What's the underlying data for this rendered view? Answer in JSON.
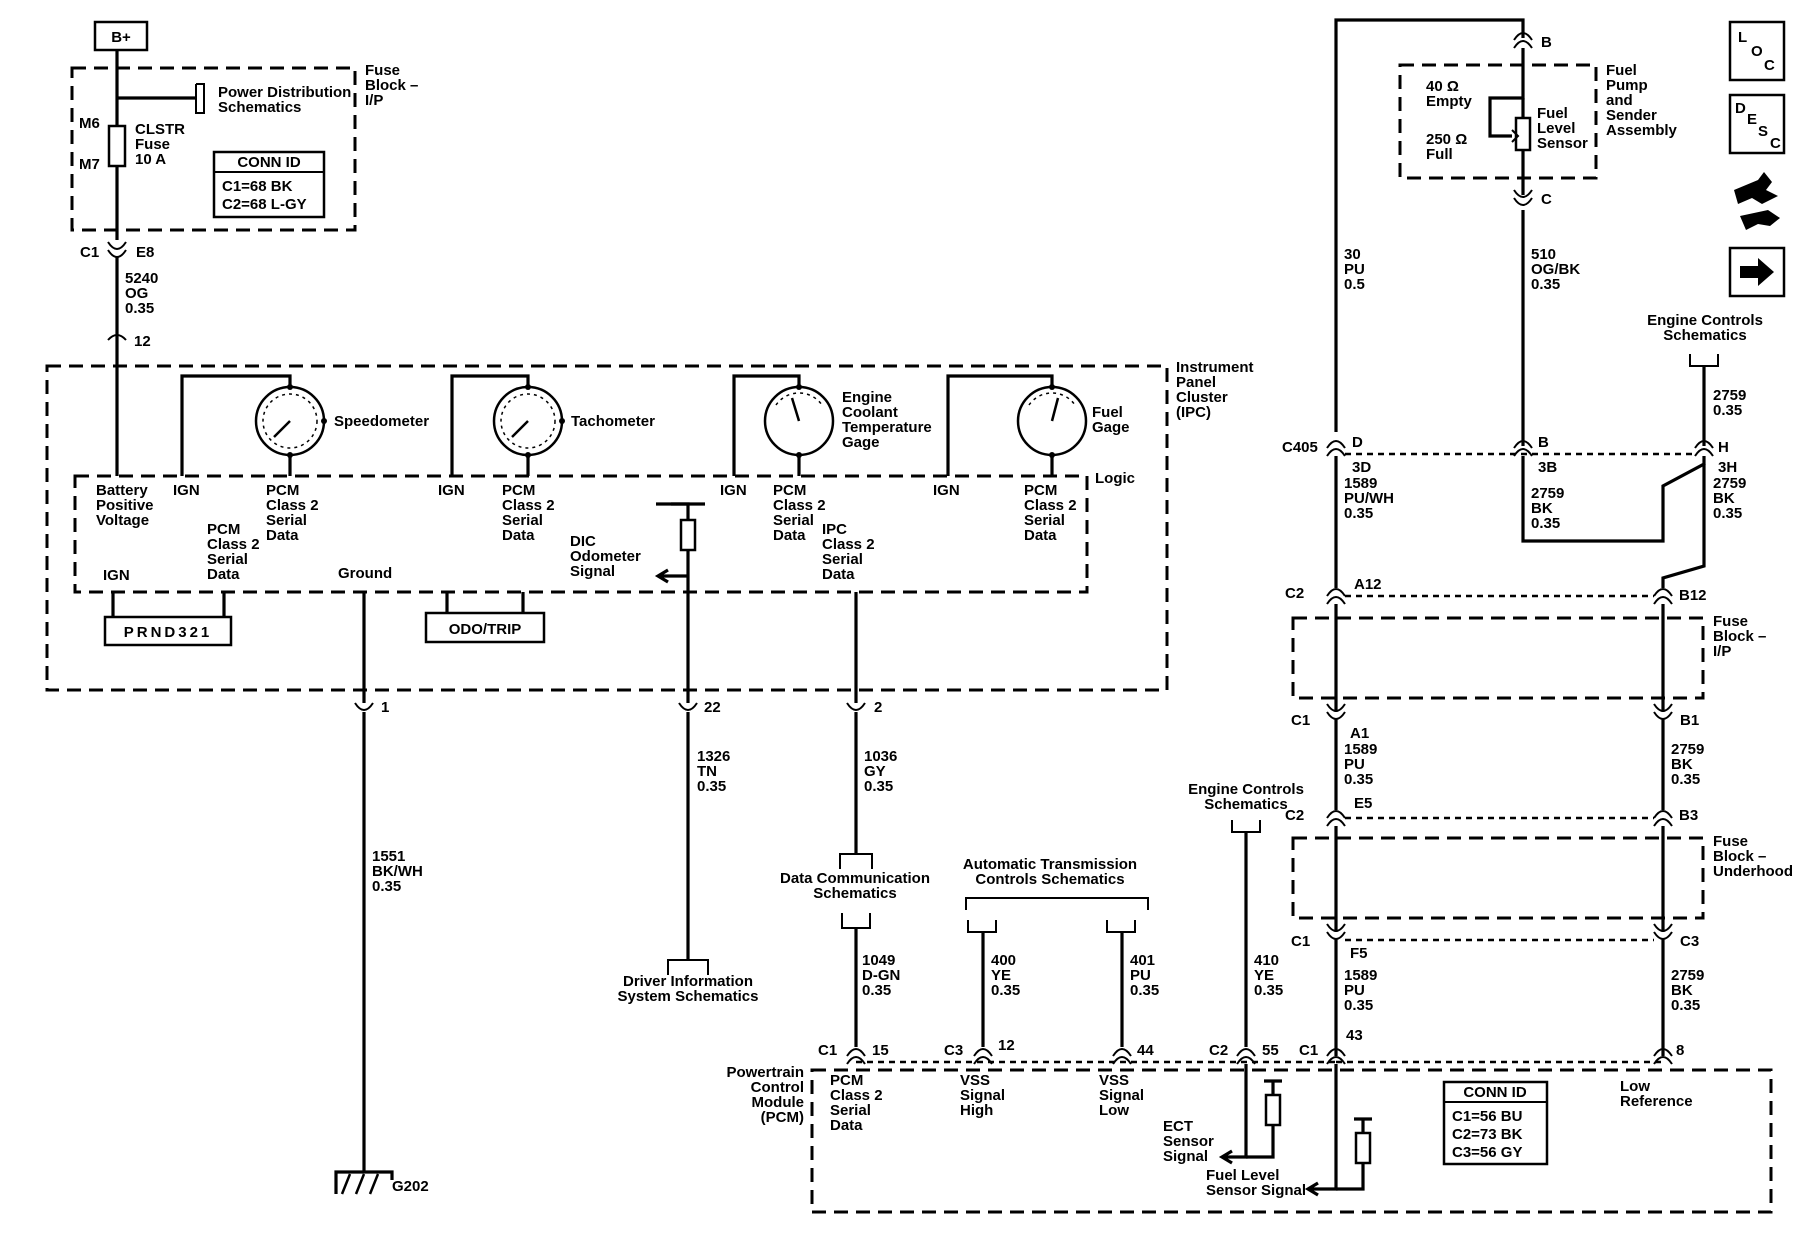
{
  "power": {
    "bplus": "B+"
  },
  "fuse_ip_top": {
    "title": "Fuse\nBlock –\nI/P",
    "power_dist": "Power Distribution\nSchematics",
    "pin_m6": "M6",
    "pin_m7": "M7",
    "fuse": "CLSTR\nFuse\n10 A",
    "conn_title": "CONN ID",
    "conn_rows": [
      "C1=68 BK",
      "C2=68 L-GY"
    ]
  },
  "wire_5240": {
    "conn": "C1",
    "pin": "E8",
    "label": "5240\nOG\n0.35",
    "ipc_pin": "12"
  },
  "ipc": {
    "title": "Instrument\nPanel\nCluster\n(IPC)",
    "logic": "Logic",
    "gauges": [
      "Speedometer",
      "Tachometer",
      "Engine\nCoolant\nTemperature\nGage",
      "Fuel\nGage"
    ],
    "ign": "IGN",
    "pcm_serial": "PCM\nClass 2\nSerial\nData",
    "battery": "Battery\nPositive\nVoltage",
    "pcm_serial_left": "PCM\nClass 2\nSerial\nData",
    "ign_lower": "IGN",
    "ground": "Ground",
    "dic": "DIC\nOdometer\nSignal",
    "ipc_serial": "IPC\nClass 2\nSerial\nData",
    "prnd": "PRND321",
    "odo": "ODO/TRIP",
    "pins": [
      "1",
      "22",
      "2"
    ]
  },
  "wires_mid": {
    "w1551": "1551\nBK/WH\n0.35",
    "w1326": "1326\nTN\n0.35",
    "w1036": "1036\nGY\n0.35",
    "ground_name": "G202",
    "driver_info": "Driver Information\nSystem Schematics",
    "data_comm": "Data Communication\nSchematics",
    "auto_trans": "Automatic Transmission\nControls Schematics",
    "engine_controls": "Engine Controls\nSchematics",
    "w1049": "1049\nD-GN\n0.35",
    "w400": "400\nYE\n0.35",
    "w401": "401\nPU\n0.35",
    "w410": "410\nYE\n0.35"
  },
  "pcm": {
    "title": "Powertrain\nControl\nModule\n(PCM)",
    "pins": {
      "c1": "C1",
      "p15": "15",
      "c3": "C3",
      "p12": "12",
      "p44": "44",
      "c2": "C2",
      "p55": "55",
      "c1b": "C1",
      "p43": "43",
      "p8": "8"
    },
    "pcm_serial": "PCM\nClass 2\nSerial\nData",
    "vss_high": "VSS\nSignal\nHigh",
    "vss_low": "VSS\nSignal\nLow",
    "ect": "ECT\nSensor\nSignal",
    "fuel_level": "Fuel Level\nSensor Signal",
    "low_ref": "Low\nReference",
    "conn_title": "CONN ID",
    "conn_rows": [
      "C1=56 BU",
      "C2=73 BK",
      "C3=56 GY"
    ]
  },
  "right": {
    "pin_b": "B",
    "pump_title": "Fuel\nPump\nand\nSender\nAssembly",
    "empty": "40 Ω\nEmpty",
    "full": "250 Ω\nFull",
    "sensor": "Fuel\nLevel\nSensor",
    "pin_c": "C",
    "w30": "30\nPU\n0.5",
    "w510": "510\nOG/BK\n0.35",
    "engine_controls": "Engine Controls\nSchematics",
    "w2759a": "2759\n0.35",
    "c405": "C405",
    "pin_d": "D",
    "pin_b2": "B",
    "pin_h": "H",
    "pin_3d": "3D",
    "pin_3b": "3B",
    "pin_3h": "3H",
    "w1589a": "1589\nPU/WH\n0.35",
    "w2759b": "2759\nBK\n0.35",
    "w2759c": "2759\nBK\n0.35",
    "c2": "C2",
    "a12": "A12",
    "b12": "B12",
    "fuse_ip": "Fuse\nBlock –\nI/P",
    "c1": "C1",
    "a1": "A1",
    "b1": "B1",
    "w1589b": "1589\nPU\n0.35",
    "w2759d": "2759\nBK\n0.35",
    "c2b": "C2",
    "e5": "E5",
    "b3": "B3",
    "fuse_uh": "Fuse\nBlock –\nUnderhood",
    "c1c": "C1",
    "f5": "F5",
    "c3": "C3",
    "w1589c": "1589\nPU\n0.35",
    "w2759e": "2759\nBK\n0.35"
  },
  "icons": {
    "loc": "LOC",
    "desc": "DESC"
  }
}
